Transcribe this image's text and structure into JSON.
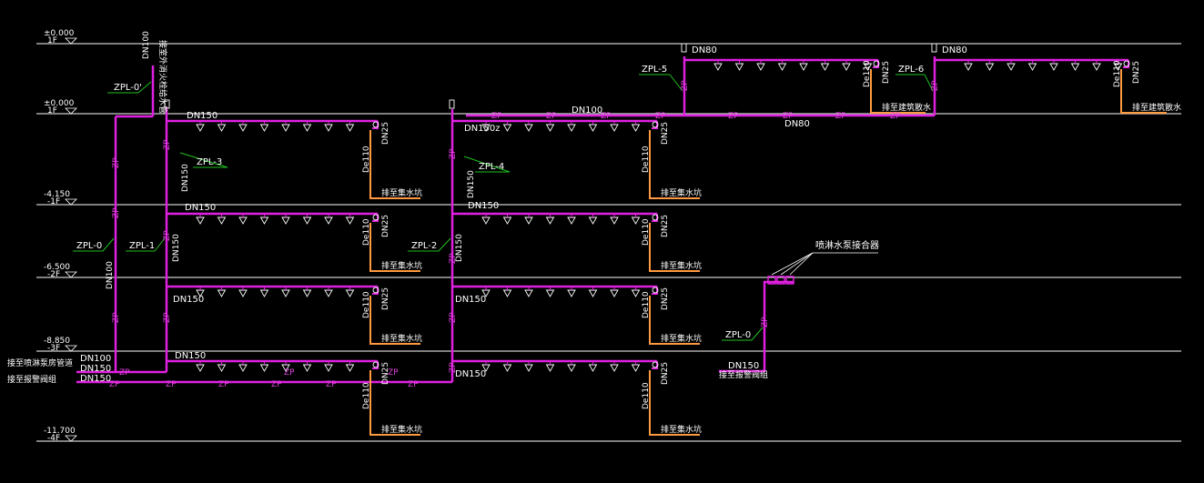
{
  "colors": {
    "background": "#000000",
    "floor_line": "#ffffff",
    "pipe": "#e020e0",
    "drain": "#ff9a40",
    "leader": "#20c020",
    "text": "#ffffff"
  },
  "levels": [
    {
      "elev": "±0.000",
      "floor": "1F"
    },
    {
      "elev": "±0.000",
      "floor": "1F"
    },
    {
      "elev": "-4.150",
      "floor": "-1F"
    },
    {
      "elev": "-6.500",
      "floor": "-2F"
    },
    {
      "elev": "-8.850",
      "floor": "-3F"
    },
    {
      "elev": "-11.700",
      "floor": "-4F"
    }
  ],
  "risers": [
    {
      "id": "zpl0p",
      "label": "ZPL-0'"
    },
    {
      "id": "zpl0",
      "label": "ZPL-0"
    },
    {
      "id": "zpl1",
      "label": "ZPL-1"
    },
    {
      "id": "zpl2",
      "label": "ZPL-2"
    },
    {
      "id": "zpl3",
      "label": "ZPL-3"
    },
    {
      "id": "zpl4",
      "label": "ZPL-4"
    },
    {
      "id": "zpl5",
      "label": "ZPL-5"
    },
    {
      "id": "zpl6",
      "label": "ZPL-6"
    },
    {
      "id": "zpl0b",
      "label": "ZPL-0"
    }
  ],
  "texts": {
    "zp": "ZP",
    "dn150": "DN150",
    "dn100": "DN100",
    "dn80": "DN80",
    "dn25": "DN25",
    "de110": "De110",
    "dn150z": "DN150z",
    "drain_note": "排至集水坑",
    "drain_note_top": "排至建筑散水",
    "left_in1": "接至喷淋泵房管道",
    "left_in2": "接至报警阀组",
    "connector_title": "喷淋水泵接合器",
    "connector_note": "接至报警阀组",
    "riser_note": "接室外消火栓给水管"
  }
}
